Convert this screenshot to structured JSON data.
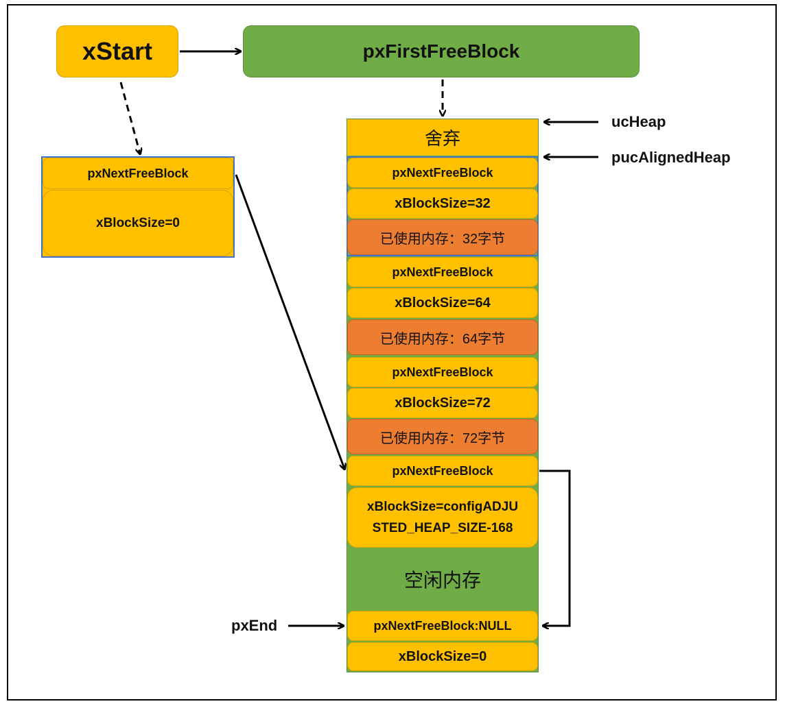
{
  "top": {
    "xstart": "xStart",
    "first_free": "pxFirstFreeBlock"
  },
  "start_block": {
    "next": "pxNextFreeBlock",
    "size": "xBlockSize=0"
  },
  "heap": {
    "discard": "舍弃",
    "blocks": [
      {
        "next": "pxNextFreeBlock",
        "size": "xBlockSize=32",
        "used": "已使用内存：32字节"
      },
      {
        "next": "pxNextFreeBlock",
        "size": "xBlockSize=64",
        "used": "已使用内存：64字节"
      },
      {
        "next": "pxNextFreeBlock",
        "size": "xBlockSize=72",
        "used": "已使用内存：72字节"
      }
    ],
    "free_next": "pxNextFreeBlock",
    "free_size_line1": "xBlockSize=configADJU",
    "free_size_line2": "STED_HEAP_SIZE-168",
    "free_mem": "空闲内存",
    "end_next": "pxNextFreeBlock:NULL",
    "end_size": "xBlockSize=0"
  },
  "labels": {
    "ucheap": "ucHeap",
    "aligned": "pucAlignedHeap",
    "pxend": "pxEnd"
  }
}
